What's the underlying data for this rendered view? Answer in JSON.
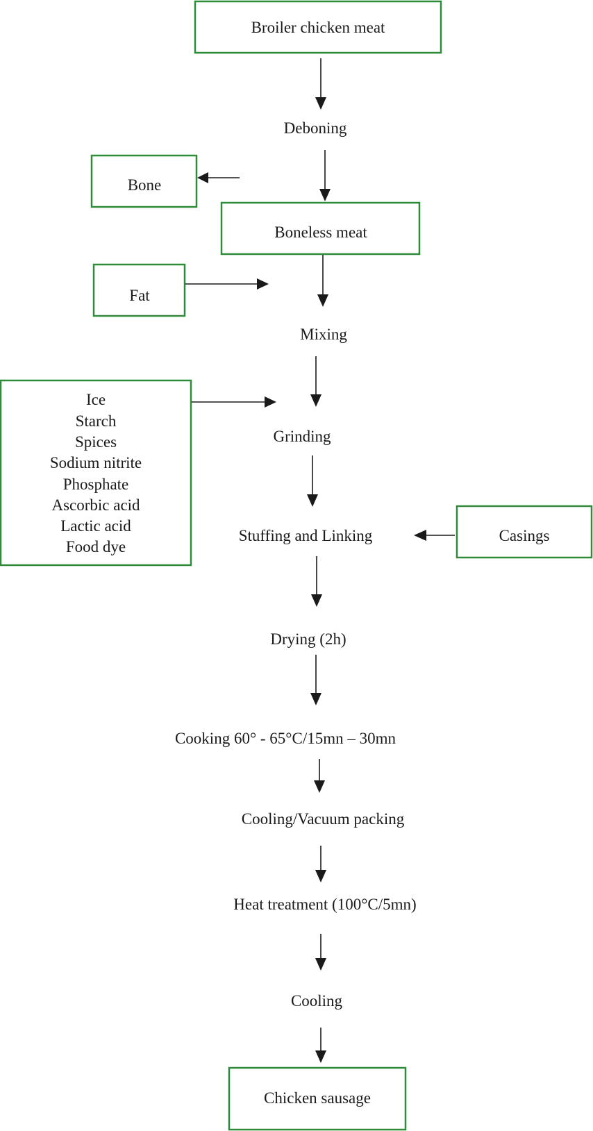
{
  "diagram": {
    "start": "Broiler chicken meat",
    "deboning": "Deboning",
    "bone": "Bone",
    "boneless_meat": "Boneless meat",
    "fat": "Fat",
    "mixing": "Mixing",
    "additives": [
      "Ice",
      "Starch",
      "Spices",
      "Sodium nitrite",
      "Phosphate",
      "Ascorbic acid",
      "Lactic acid",
      "Food dye"
    ],
    "grinding": "Grinding",
    "stuffing": "Stuffing and Linking",
    "casings": "Casings",
    "drying": "Drying (2h)",
    "cooking": "Cooking 60° - 65°C/15mn – 30mn",
    "cooling_packing": "Cooling/Vacuum packing",
    "heat_treatment": "Heat treatment  (100°C/5mn)",
    "cooling": "Cooling",
    "end": "Chicken sausage",
    "colors": {
      "box_border": "#2e8b3a",
      "text": "#1a1a1a",
      "arrow": "#1a1a1a"
    }
  }
}
